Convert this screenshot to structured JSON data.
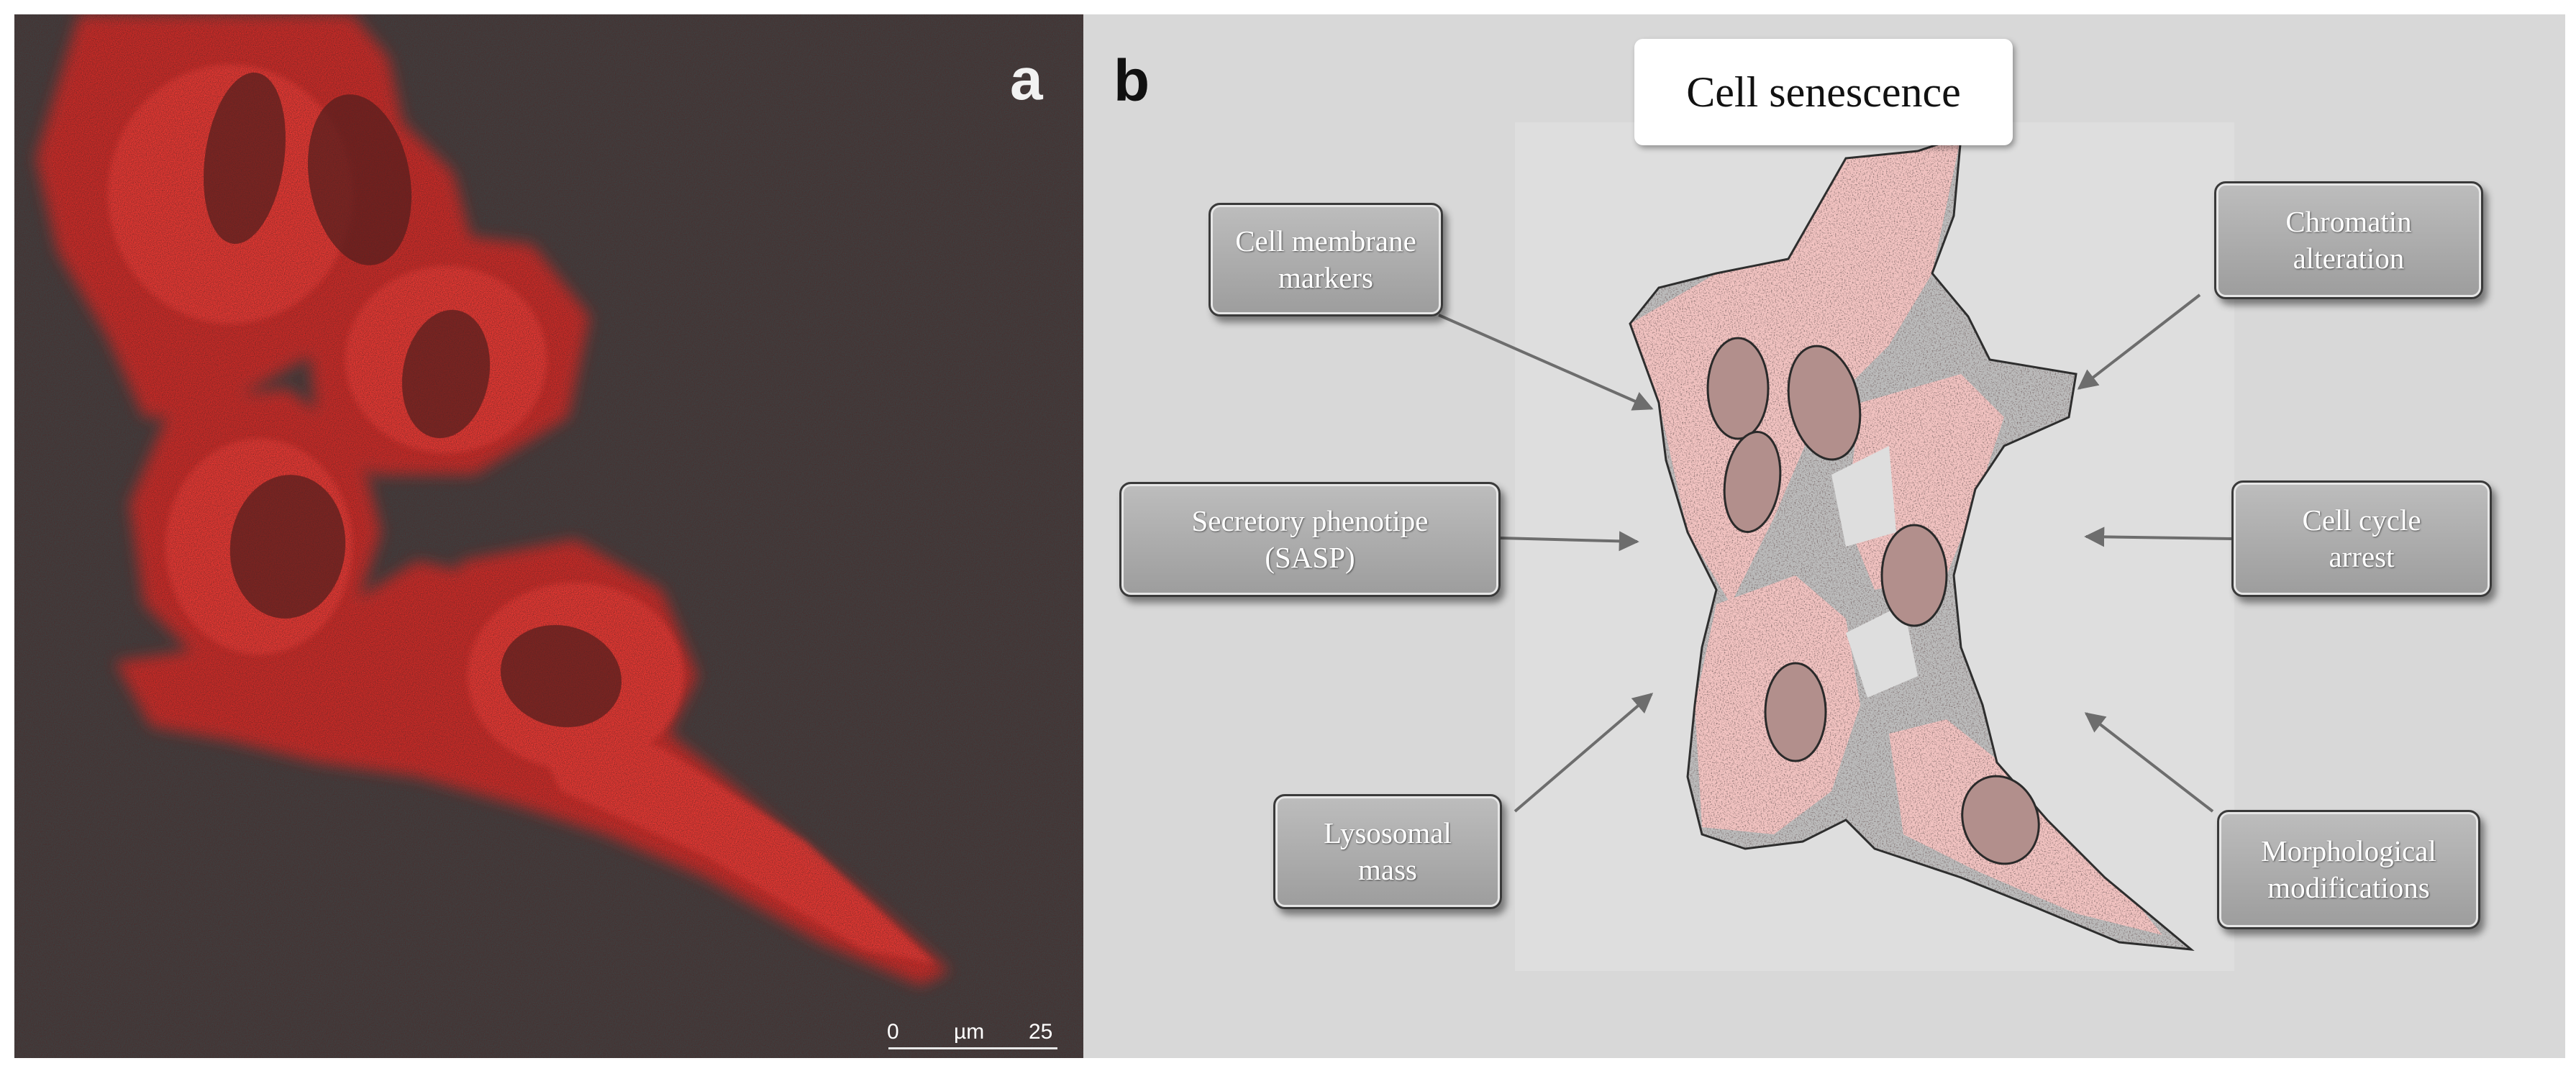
{
  "panel_a": {
    "label": "a",
    "scale_bar": {
      "start": "0",
      "unit": "µm",
      "end": "25"
    }
  },
  "panel_b": {
    "label": "b",
    "title": "Cell senescence",
    "features": {
      "cell_membrane_markers": "Cell membrane\nmarkers",
      "secretory_phenotype": "Secretory phenotipe\n(SASP)",
      "lysosomal_mass": "Lysosomal\nmass",
      "chromatin_alteration": "Chromatin\nalteration",
      "cell_cycle_arrest": "Cell cycle\narrest",
      "morphological_modifications": "Morphological\nmodifications"
    }
  },
  "colors": {
    "panel_a_background": "#3f3f3f",
    "fluorescence_red": "#e0302e",
    "panel_b_background": "#d8d8d8",
    "cell_pink": "#f2c3c1",
    "cell_grey": "#b9b9b9",
    "label_box": "#adadad"
  }
}
